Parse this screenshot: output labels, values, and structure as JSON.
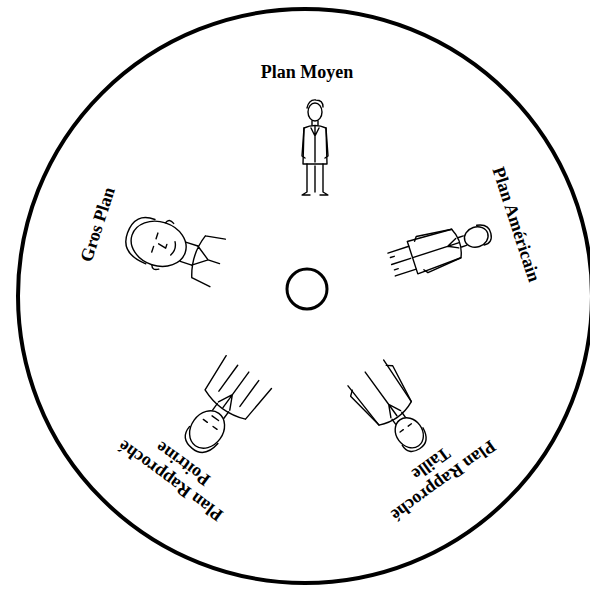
{
  "diagram": {
    "labels": [
      "Plan Moyen",
      "Plan Américain",
      "Plan Rapproché Taille",
      "Plan Rapproché Poitrine",
      "Gros Plan"
    ]
  }
}
